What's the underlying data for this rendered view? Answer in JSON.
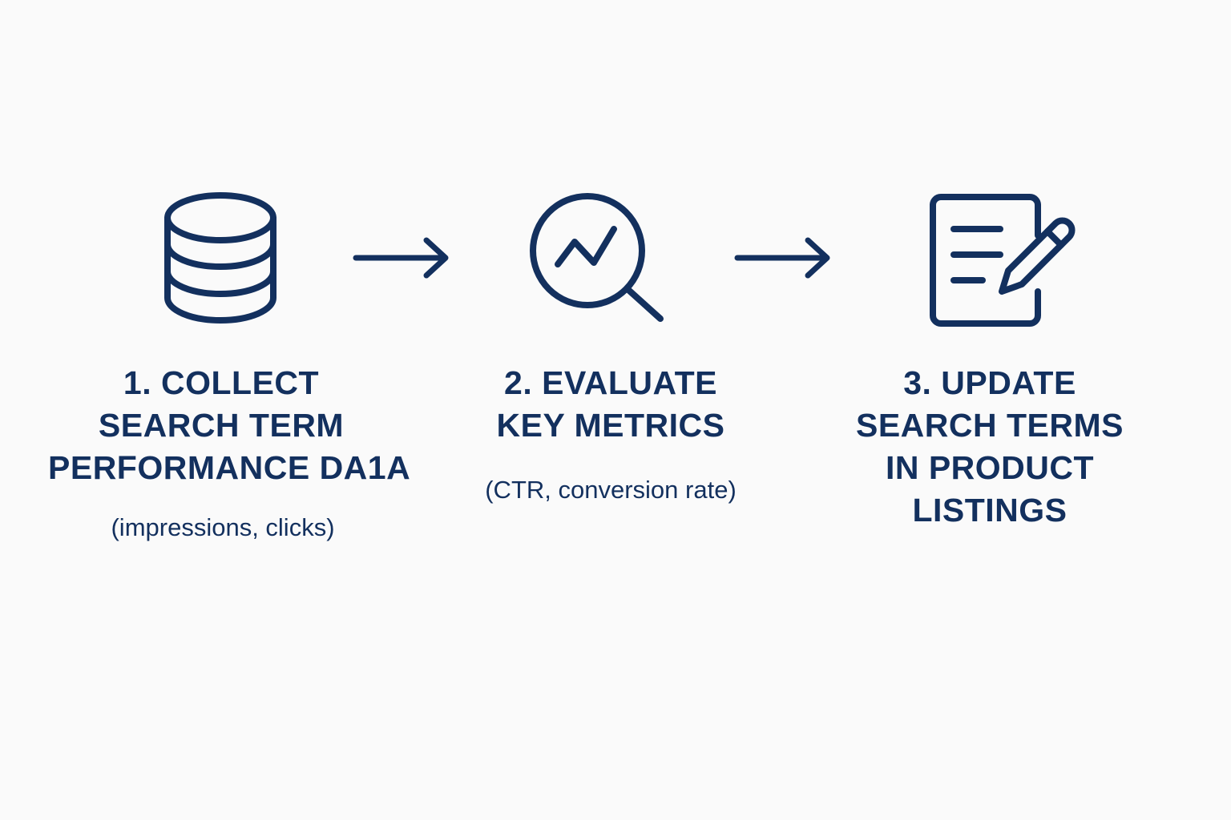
{
  "colors": {
    "background": "#fafafa",
    "ink": "#13305e"
  },
  "steps": [
    {
      "icon": "database-icon",
      "title_lines": [
        "1. COLLECT",
        "SEARCH TERM",
        "PERFORMANCE DA1A"
      ],
      "note": "(impressions, clicks)"
    },
    {
      "icon": "magnifier-trend-icon",
      "title_lines": [
        "2. EVALUATE",
        "KEY METRICS"
      ],
      "note": "(CTR, conversion rate)"
    },
    {
      "icon": "document-edit-icon",
      "title_lines": [
        "3. UPDATE",
        "SEARCH TERMS",
        "IN PRODUCT",
        "LISTINGS"
      ]
    }
  ],
  "connectors": [
    {
      "from": 1,
      "to": 2,
      "icon": "arrow-right-icon"
    },
    {
      "from": 2,
      "to": 3,
      "icon": "arrow-right-icon"
    }
  ]
}
